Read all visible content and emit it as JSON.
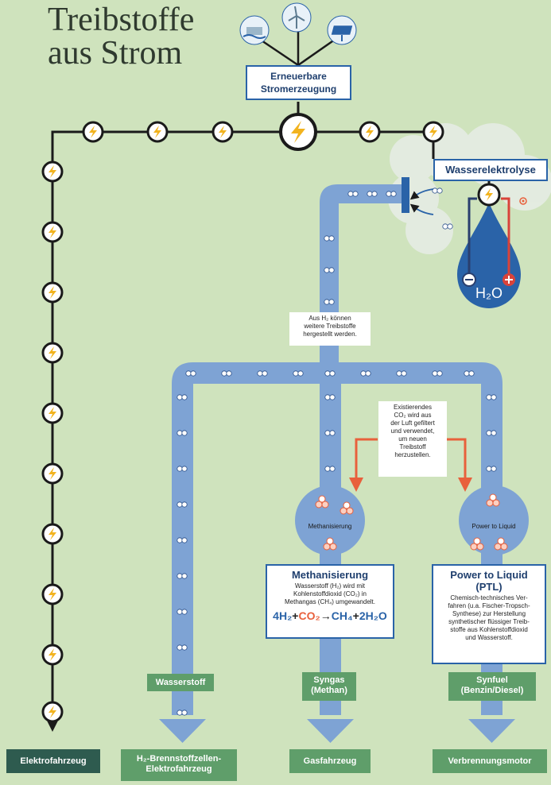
{
  "title": {
    "line1": "Treibstoffe",
    "line2": "aus Strom"
  },
  "boxes": {
    "renewable": {
      "line1": "Erneuerbare",
      "line2": "Stromerzeugung"
    },
    "electrolysis": "Wasserelektrolyse"
  },
  "water_label": "H₂O",
  "notes": {
    "h2_more": [
      "Aus H₂ können",
      "weitere Treibstoffe",
      "hergestellt werden."
    ],
    "co2": [
      "Existierendes",
      "CO₂ wird aus",
      "der Luft gefiltert",
      "und verwendet,",
      "um neuen",
      "Treibstoff",
      "herzustellen."
    ]
  },
  "circles": {
    "methanisierung": "Methanisierung",
    "ptl": "Power to Liquid"
  },
  "cards": {
    "methanisierung": {
      "title": "Methanisierung",
      "body": [
        "Wasserstoff (H₂) wird mit",
        "Kohlenstoffdioxid (CO₂) in",
        "Methangas (CH₄) umgewandelt."
      ],
      "formula": {
        "a": "4H₂",
        "plus1": "+",
        "b": "CO₂",
        "arrow": "→",
        "c": "CH₄",
        "plus2": "+",
        "d": "2H₂O"
      }
    },
    "ptl": {
      "title1": "Power to Liquid",
      "title2": "(PTL)",
      "body": [
        "Chemisch-technisches Ver-",
        "fahren (u.a. Fischer-Tropsch-",
        "Synthese) zur Herstellung",
        "synthetischer flüssiger Treib-",
        "stoffe aus Kohlenstoffdioxid",
        "und Wasserstoff."
      ]
    }
  },
  "product_labels": {
    "wasserstoff": "Wasserstoff",
    "syngas": {
      "line1": "Syngas",
      "line2": "(Methan)"
    },
    "synfuel": {
      "line1": "Synfuel",
      "line2": "(Benzin/Diesel)"
    }
  },
  "vehicle_labels": {
    "elektro": "Elektrofahrzeug",
    "h2": {
      "line1": "H₂-Brennstoffzellen-",
      "line2": "Elektrofahrzeug"
    },
    "gas": "Gasfahrzeug",
    "verbrennung": "Verbrennungsmotor"
  },
  "colors": {
    "background": "#cfe3bd",
    "pipe": "#7ea3d4",
    "pipe_border": "#2a63a8",
    "line": "#1a1a1a",
    "bolt": "#f2b31e",
    "arrow_co2": "#e8603c",
    "label_green": "#5f9e6a",
    "label_dark": "#2e5b4f"
  },
  "icons": [
    "hydropower-icon",
    "wind-turbine-icon",
    "solar-panel-icon",
    "lightning-icon",
    "h2-molecule-icon",
    "co2-molecule-icon",
    "water-drop-icon"
  ]
}
